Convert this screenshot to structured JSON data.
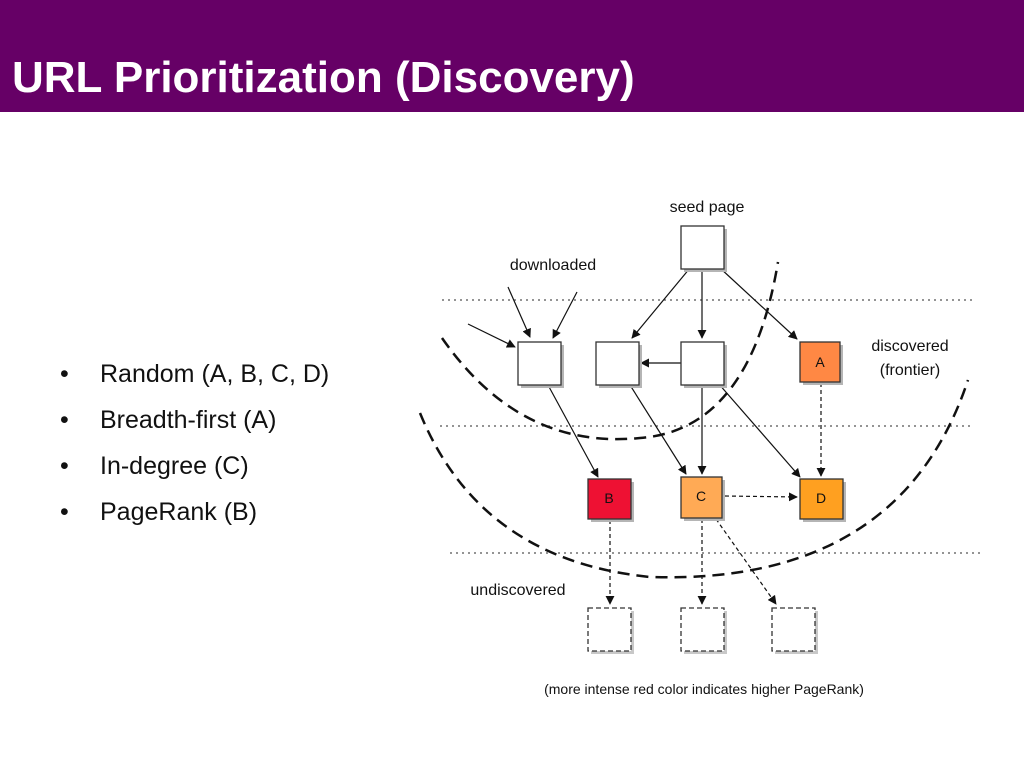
{
  "title": "URL Prioritization (Discovery)",
  "bullets": [
    "Random (A, B, C, D)",
    "Breadth-first (A)",
    "In-degree (C)",
    "PageRank (B)"
  ],
  "diagram": {
    "labels": {
      "seed_page": "seed page",
      "downloaded": "downloaded",
      "discovered_line1": "discovered",
      "discovered_line2": "(frontier)",
      "undiscovered": "undiscovered",
      "caption": "(more intense red color indicates higher PageRank)"
    },
    "nodes": {
      "A": {
        "label": "A",
        "color": "#ff8844"
      },
      "B": {
        "label": "B",
        "color": "#ee1133"
      },
      "C": {
        "label": "C",
        "color": "#ffaa55"
      },
      "D": {
        "label": "D",
        "color": "#ffa020"
      }
    },
    "colors": {
      "header": "#660066",
      "shadow": "#b5b5b5"
    }
  }
}
